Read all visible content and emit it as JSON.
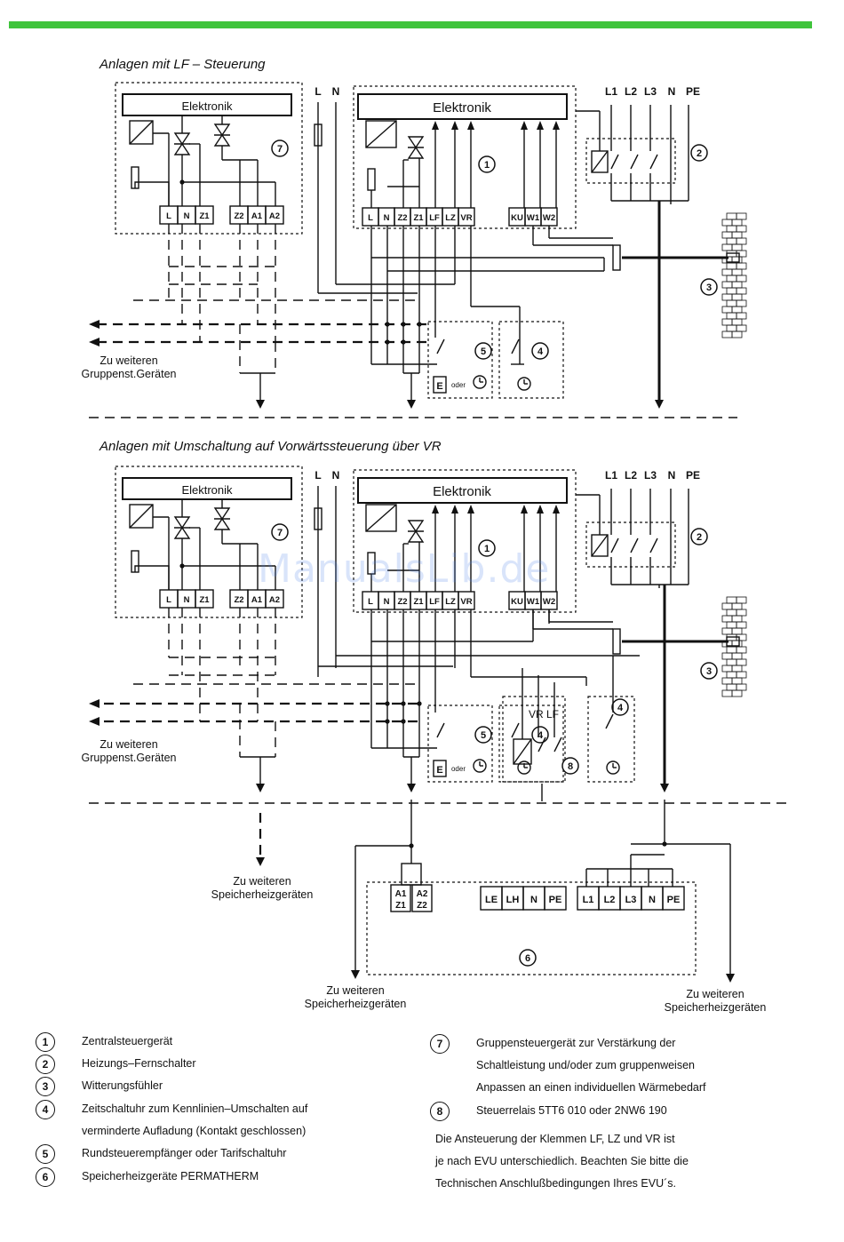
{
  "section1_title": "Anlagen mit LF – Steuerung",
  "section2_title": "Anlagen mit Umschaltung auf Vorwärtssteuerung über VR",
  "electronics_label": "Elektronik",
  "mains": {
    "l": "L",
    "n": "N"
  },
  "supply": [
    "L1",
    "L2",
    "L3",
    "N",
    "PE"
  ],
  "unit7_terminals": [
    "L",
    "N",
    "Z1",
    "Z2",
    "A1",
    "A2"
  ],
  "unit1_terminals": [
    "L",
    "N",
    "Z2",
    "Z1",
    "LF",
    "LZ",
    "VR",
    "KU",
    "W1",
    "W2"
  ],
  "relay_contacts": "VR LF",
  "receiver_label": "E",
  "or_word": "oder",
  "to_group_1": "Zu weiteren",
  "to_group_2": "Gruppenst.Geräten",
  "to_heaters_1": "Zu weiteren",
  "to_heaters_2": "Speicherheizgeräten",
  "heater_terminals": {
    "a": [
      "A1",
      "Z1"
    ],
    "b": [
      "A2",
      "Z2"
    ],
    "mid": [
      "LE",
      "LH",
      "N",
      "PE"
    ],
    "right": [
      "L1",
      "L2",
      "L3",
      "N",
      "PE"
    ]
  },
  "callouts": [
    "1",
    "2",
    "3",
    "4",
    "5",
    "6",
    "7",
    "8"
  ],
  "legend": [
    {
      "num": "1",
      "lines": [
        "Zentralsteuergerät"
      ]
    },
    {
      "num": "2",
      "lines": [
        "Heizungs–Fernschalter"
      ]
    },
    {
      "num": "3",
      "lines": [
        "Witterungsfühler"
      ]
    },
    {
      "num": "4",
      "lines": [
        "Zeitschaltuhr zum Kennlinien–Umschalten auf",
        "verminderte Aufladung (Kontakt geschlossen)"
      ]
    },
    {
      "num": "5",
      "lines": [
        "Rundsteuerempfänger oder Tarifschaltuhr"
      ]
    },
    {
      "num": "6",
      "lines": [
        "Speicherheizgeräte PERMATHERM"
      ]
    },
    {
      "num": "7",
      "lines": [
        "Gruppensteuergerät zur Verstärkung der",
        "Schaltleistung und/oder zum gruppenweisen",
        "Anpassen an einen individuellen Wärmebedarf"
      ]
    },
    {
      "num": "8",
      "lines": [
        "Steuerrelais 5TT6 010 oder 2NW6 190"
      ]
    }
  ],
  "note_lines": [
    "Die Ansteuerung der Klemmen LF, LZ und VR ist",
    "je nach EVU unterschiedlich. Beachten Sie bitte die",
    "Technischen Anschlußbedingungen Ihres EVU´s."
  ],
  "watermark": "ManualsLib.de",
  "colors": {
    "accent_bar": "#3fc43c",
    "ink": "#111111",
    "watermark": "#5082e6"
  }
}
